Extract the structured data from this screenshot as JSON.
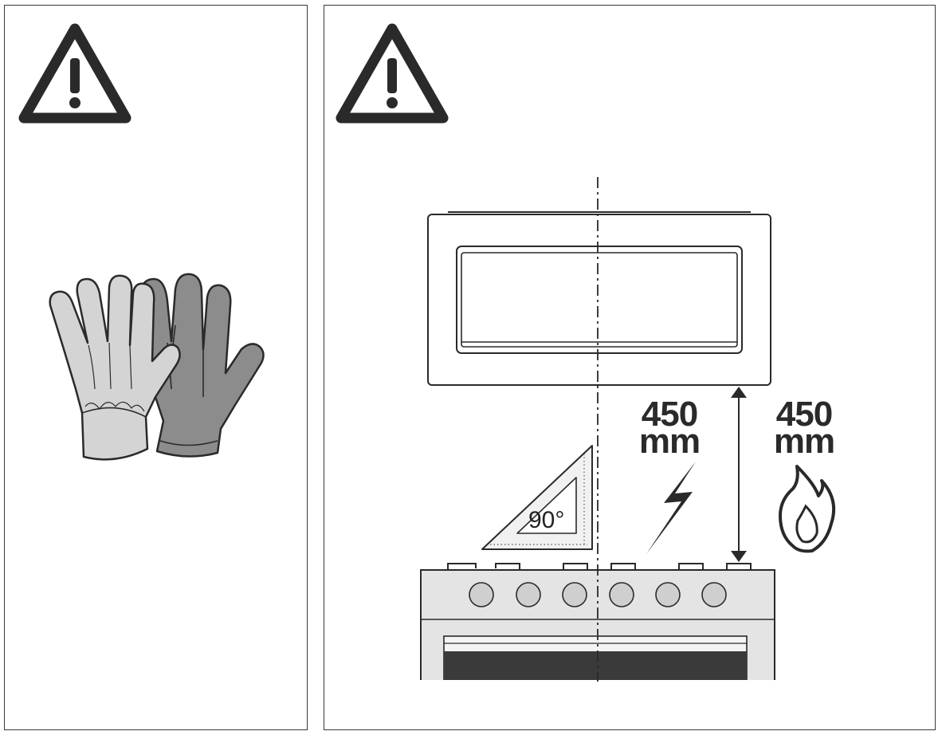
{
  "left_panel": {
    "warning_icon": "warning-triangle-icon",
    "illustration": "protective-gloves-icon"
  },
  "right_panel": {
    "warning_icon": "warning-triangle-icon",
    "set_square": {
      "icon": "set-square-icon",
      "angle_label": "90°"
    },
    "electric": {
      "value": "450",
      "unit": "mm",
      "icon": "lightning-bolt-icon"
    },
    "gas": {
      "value": "450",
      "unit": "mm",
      "icon": "flame-icon"
    },
    "hood": "cooker-hood",
    "cooker": "gas-cooker"
  },
  "colors": {
    "outline": "#2a2a2a",
    "glove_light": "#d4d4d4",
    "glove_dark": "#8c8c8c",
    "cooker_body": "#e4e4e4",
    "oven_window": "#3a3a3a"
  }
}
